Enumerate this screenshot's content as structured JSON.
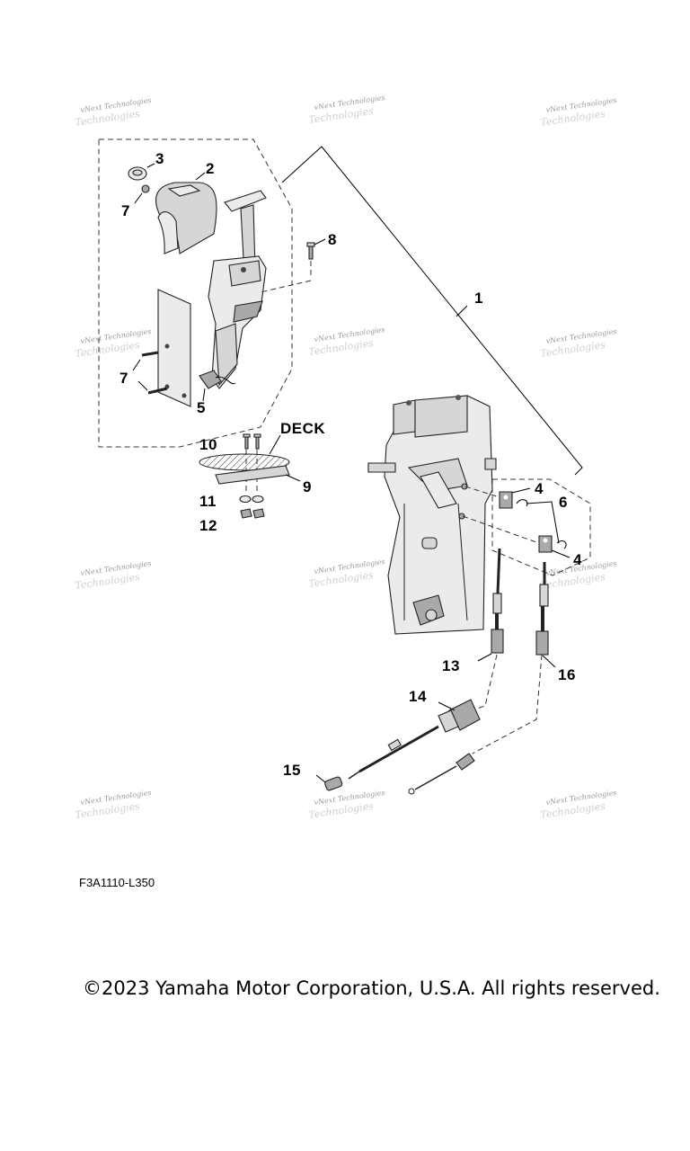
{
  "watermark": {
    "line1": "vNext Technologies",
    "line2": "Technologies"
  },
  "callouts": {
    "c1": "1",
    "c2": "2",
    "c3": "3",
    "c4a": "4",
    "c4b": "4",
    "c5": "5",
    "c6": "6",
    "c7a": "7",
    "c7b": "7",
    "c8": "8",
    "c9": "9",
    "c10": "10",
    "c11": "11",
    "c12": "12",
    "c13": "13",
    "c14": "14",
    "c15": "15",
    "c16": "16"
  },
  "deck_label": "DECK",
  "drawing_code": "F3A1110-L350",
  "copyright": "©2023 Yamaha Motor Corporation, U.S.A. All rights reserved."
}
